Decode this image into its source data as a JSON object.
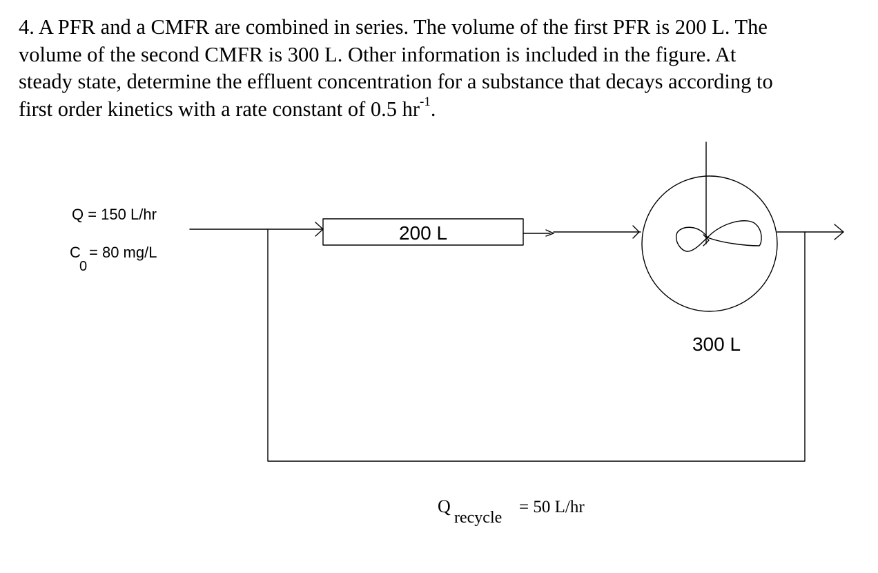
{
  "problem": {
    "line1": "4. A PFR and a CMFR are combined in series. The volume of the first PFR is 200 L.  The",
    "line2": "volume of the second CMFR is 300 L. Other information is included in the figure. At",
    "line3": "steady state, determine the effluent concentration for a substance that decays according to",
    "line4_before": "first order kinetics with a rate constant of 0.5 hr",
    "line4_sup": "-1",
    "line4_after": "."
  },
  "figure": {
    "flow_label": "Q = 150 L/hr",
    "conc_letter": "C",
    "conc_subscript": "0",
    "conc_rest": "= 80 mg/L",
    "pfr_volume": "200 L",
    "cmfr_volume": "300 L",
    "recycle_q": "Q",
    "recycle_subscript": "recycle",
    "recycle_value": "= 50 L/hr"
  }
}
